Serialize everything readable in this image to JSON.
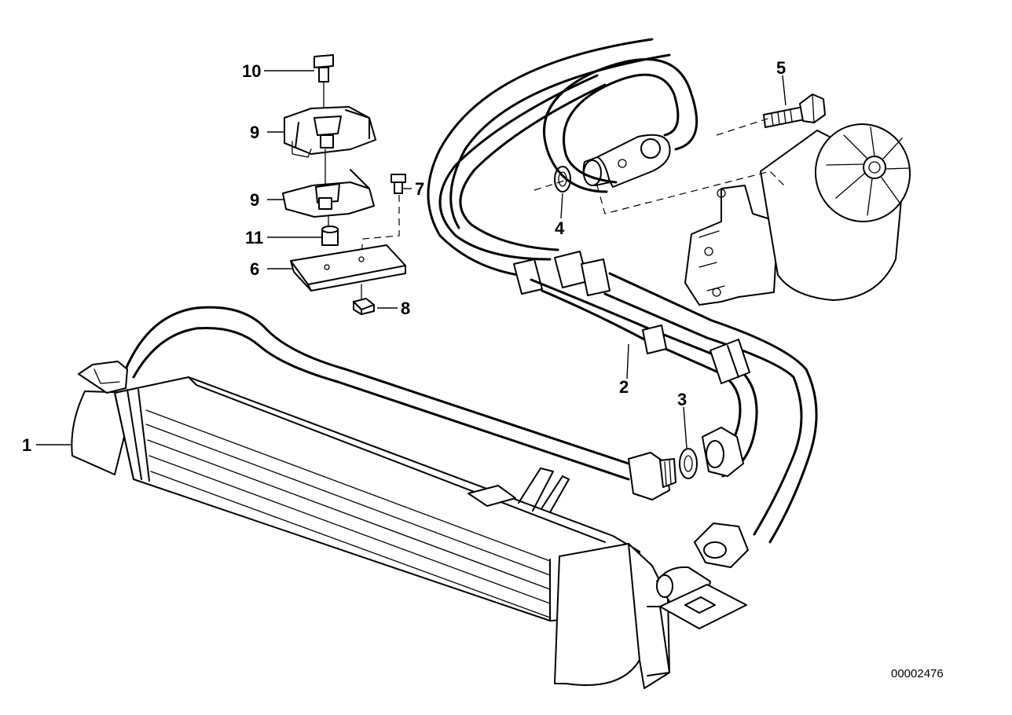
{
  "diagram": {
    "id_code": "00002476",
    "callouts": [
      {
        "key": "c1",
        "number": "1",
        "part": "oil-cooler"
      },
      {
        "key": "c2",
        "number": "2",
        "part": "oil-cooler-pipes"
      },
      {
        "key": "c3",
        "number": "3",
        "part": "gasket-ring-pipe"
      },
      {
        "key": "c4",
        "number": "4",
        "part": "gasket-ring-flange"
      },
      {
        "key": "c5",
        "number": "5",
        "part": "hollow-bolt"
      },
      {
        "key": "c6",
        "number": "6",
        "part": "bracket-plate"
      },
      {
        "key": "c7",
        "number": "7",
        "part": "screw"
      },
      {
        "key": "c8",
        "number": "8",
        "part": "nut"
      },
      {
        "key": "c9a",
        "number": "9",
        "part": "pipe-clamp-upper"
      },
      {
        "key": "c9b",
        "number": "9",
        "part": "pipe-clamp-lower"
      },
      {
        "key": "c10",
        "number": "10",
        "part": "bolt"
      },
      {
        "key": "c11",
        "number": "11",
        "part": "bushing"
      }
    ]
  }
}
